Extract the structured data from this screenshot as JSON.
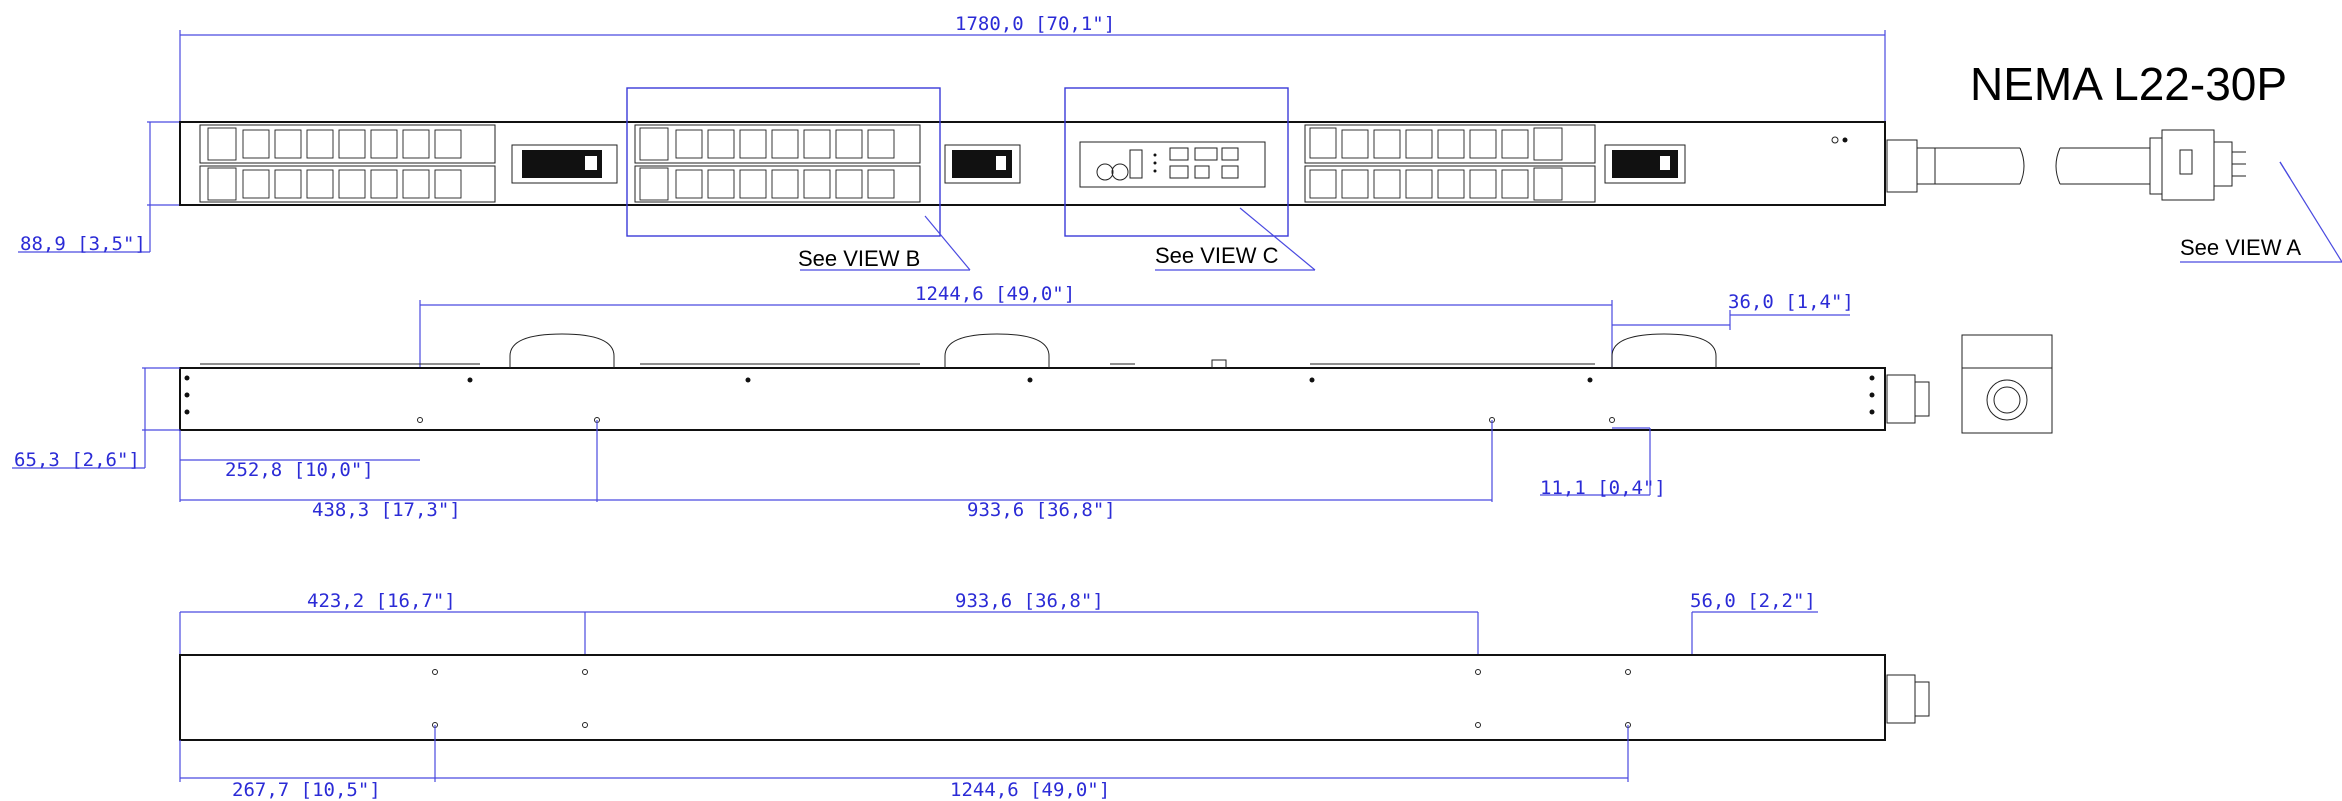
{
  "drawing": {
    "plug_title": "NEMA L22-30P",
    "callouts": {
      "view_a": "See VIEW A",
      "view_b": "See VIEW B",
      "view_c": "See VIEW C"
    },
    "dimensions": {
      "overall_length": "1780,0 [70,1\"]",
      "front_height": "88,9 [3,5\"]",
      "mount_span_side": "1244,6 [49,0\"]",
      "button_offset": "36,0 [1,4\"]",
      "side_height": "65,3 [2,6\"]",
      "side_first_hole": "252,8 [10,0\"]",
      "side_end_offset": "11,1 [0,4\"]",
      "side_hole_start": "438,3 [17,3\"]",
      "side_hole_span": "933,6 [36,8\"]",
      "rear_first_hole": "423,2 [16,7\"]",
      "rear_hole_span": "933,6 [36,8\"]",
      "rear_end_offset": "56,0 [2,2\"]",
      "rear_lower_start": "267,7 [10,5\"]",
      "rear_lower_span": "1244,6 [49,0\"]"
    }
  }
}
